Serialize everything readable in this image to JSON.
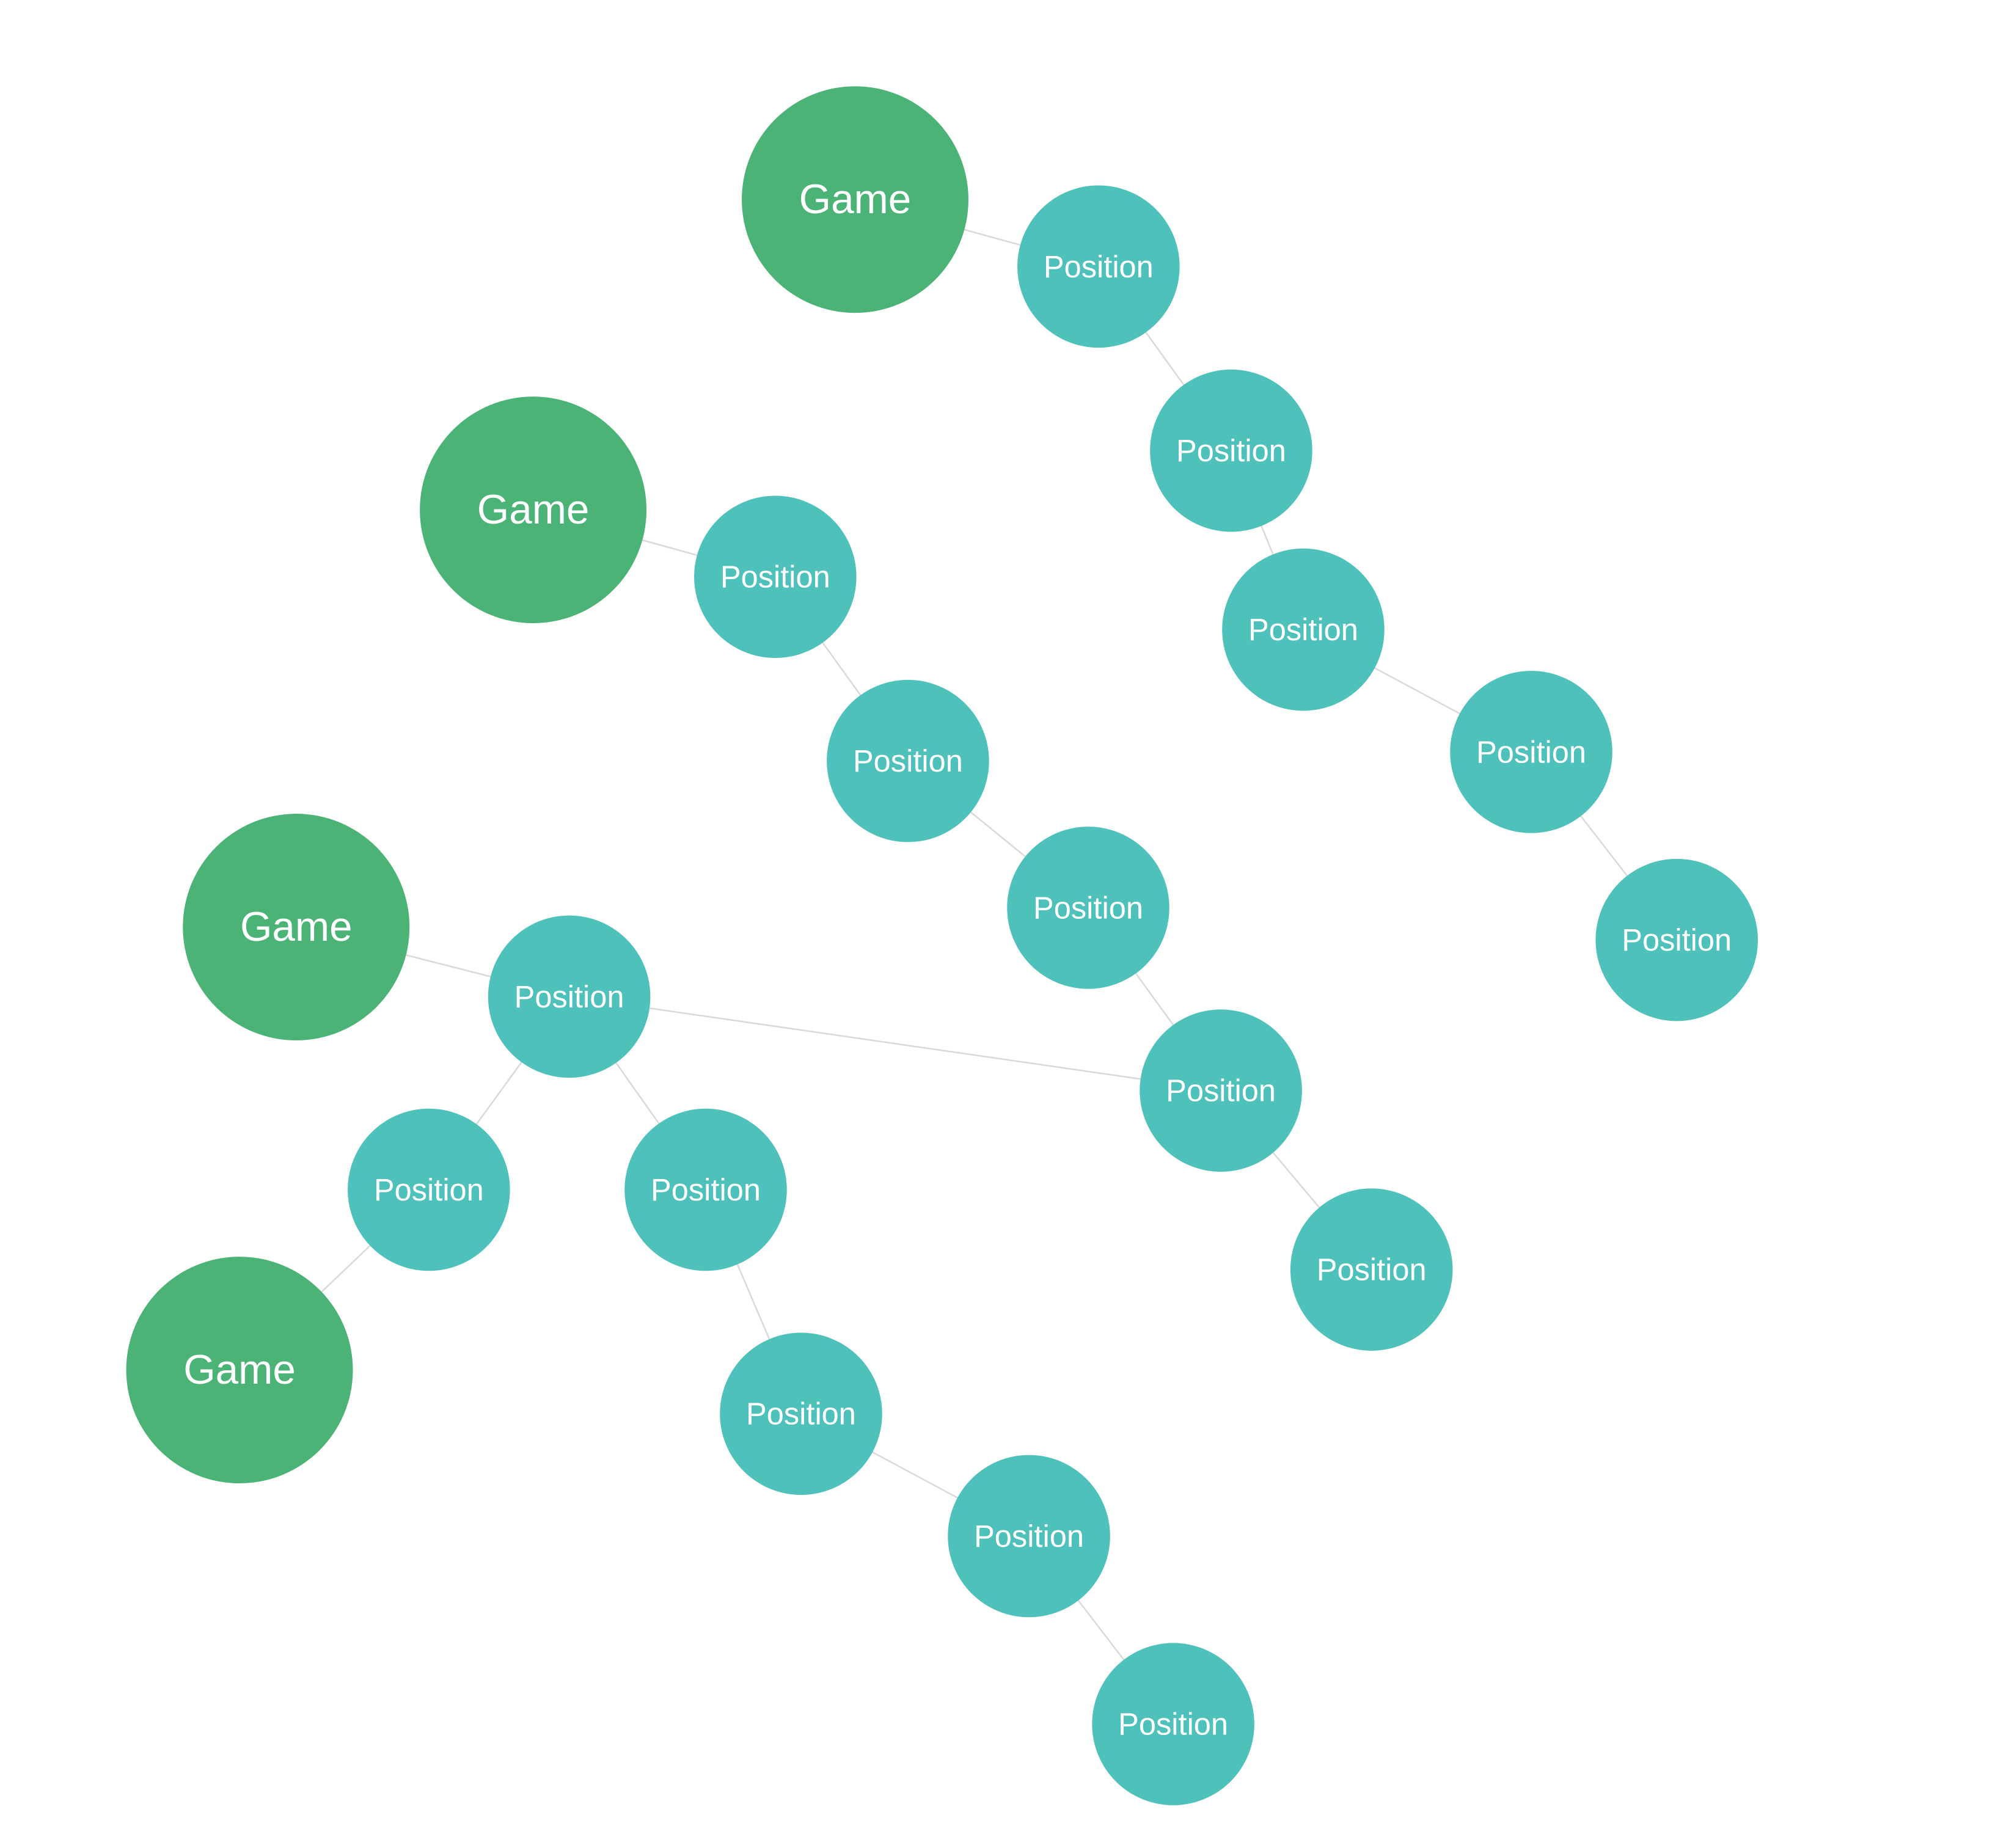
{
  "graph": {
    "colors": {
      "game": "#4ab375",
      "position": "#4fc1bb",
      "edge": "#d9d9d9",
      "label": "#ffffff"
    },
    "nodes": [
      {
        "id": "g1",
        "kind": "game",
        "label": "Game"
      },
      {
        "id": "g2",
        "kind": "game",
        "label": "Game"
      },
      {
        "id": "g3",
        "kind": "game",
        "label": "Game"
      },
      {
        "id": "g4",
        "kind": "game",
        "label": "Game"
      },
      {
        "id": "pA1",
        "kind": "position",
        "label": "Position"
      },
      {
        "id": "pA2",
        "kind": "position",
        "label": "Position"
      },
      {
        "id": "pA3",
        "kind": "position",
        "label": "Position"
      },
      {
        "id": "pA4",
        "kind": "position",
        "label": "Position"
      },
      {
        "id": "pA5",
        "kind": "position",
        "label": "Position"
      },
      {
        "id": "pB1",
        "kind": "position",
        "label": "Position"
      },
      {
        "id": "pB2",
        "kind": "position",
        "label": "Position"
      },
      {
        "id": "pB3",
        "kind": "position",
        "label": "Position"
      },
      {
        "id": "pB4",
        "kind": "position",
        "label": "Position"
      },
      {
        "id": "pB5",
        "kind": "position",
        "label": "Position"
      },
      {
        "id": "pC1",
        "kind": "position",
        "label": "Position"
      },
      {
        "id": "pC2",
        "kind": "position",
        "label": "Position"
      },
      {
        "id": "pC3",
        "kind": "position",
        "label": "Position"
      },
      {
        "id": "pC4",
        "kind": "position",
        "label": "Position"
      },
      {
        "id": "pC5",
        "kind": "position",
        "label": "Position"
      },
      {
        "id": "pC6",
        "kind": "position",
        "label": "Position"
      }
    ],
    "edges": [
      [
        "g1",
        "pA1"
      ],
      [
        "pA1",
        "pA2"
      ],
      [
        "pA2",
        "pA3"
      ],
      [
        "pA3",
        "pA4"
      ],
      [
        "pA4",
        "pA5"
      ],
      [
        "g2",
        "pB1"
      ],
      [
        "pB1",
        "pB2"
      ],
      [
        "pB2",
        "pB3"
      ],
      [
        "pB3",
        "pB4"
      ],
      [
        "pB4",
        "pB5"
      ],
      [
        "g3",
        "pC1"
      ],
      [
        "pC1",
        "pB4"
      ],
      [
        "pC1",
        "pC2"
      ],
      [
        "pC2",
        "g4"
      ],
      [
        "pC1",
        "pC3"
      ],
      [
        "pC3",
        "pC4"
      ],
      [
        "pC4",
        "pC5"
      ],
      [
        "pC5",
        "pC6"
      ]
    ]
  }
}
